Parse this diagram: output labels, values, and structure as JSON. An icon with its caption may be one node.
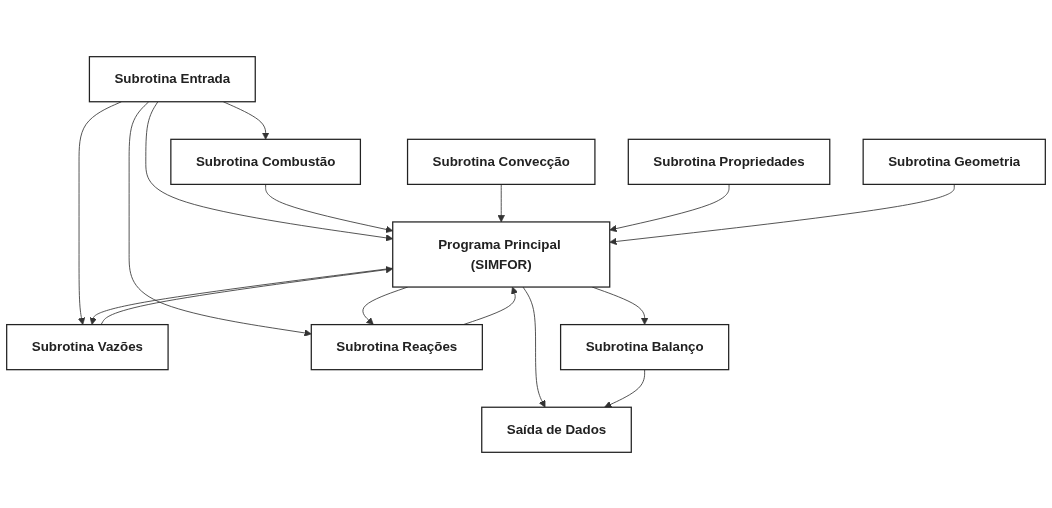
{
  "diagram": {
    "nodes": [
      {
        "text": [
          "Subrotina Entrada"
        ]
      },
      {
        "text": [
          "Subrotina Combustão"
        ]
      },
      {
        "text": [
          "Subrotina Convecção"
        ]
      },
      {
        "text": [
          "Subrotina Vazões"
        ]
      },
      {
        "text": [
          "Programa Principal (SIMFOR)"
        ]
      },
      {
        "text": [
          "Subrotina Propriedades"
        ]
      },
      {
        "text": [
          "Subrotina Reações"
        ]
      },
      {
        "text": [
          "Subrotina Balanço"
        ]
      },
      {
        "text": [
          "Subrotina Geometria"
        ]
      },
      {
        "text": [
          "Saída de Dados"
        ]
      }
    ],
    "edges": [
      {
        "from": 0,
        "to": 1,
        "arrow": "to"
      },
      {
        "from": 0,
        "to": 3,
        "arrow": "to"
      },
      {
        "from": 0,
        "to": 4,
        "arrow": "to"
      },
      {
        "from": 0,
        "to": 6,
        "arrow": "to"
      },
      {
        "from": 1,
        "to": 4,
        "arrow": "to"
      },
      {
        "from": 2,
        "to": 4,
        "arrow": "to"
      },
      {
        "from": 4,
        "to": 3,
        "arrow": "to"
      },
      {
        "from": 3,
        "to": 4,
        "arrow": "to"
      },
      {
        "from": 5,
        "to": 4,
        "arrow": "to"
      },
      {
        "from": 4,
        "to": 6,
        "arrow": "to"
      },
      {
        "from": 6,
        "to": 4,
        "arrow": "to"
      },
      {
        "from": 8,
        "to": 4,
        "arrow": "to"
      },
      {
        "from": 4,
        "to": 7,
        "arrow": "to"
      },
      {
        "from": 4,
        "to": 9,
        "arrow": "to"
      },
      {
        "from": 7,
        "to": 9,
        "arrow": "to"
      }
    ]
  }
}
